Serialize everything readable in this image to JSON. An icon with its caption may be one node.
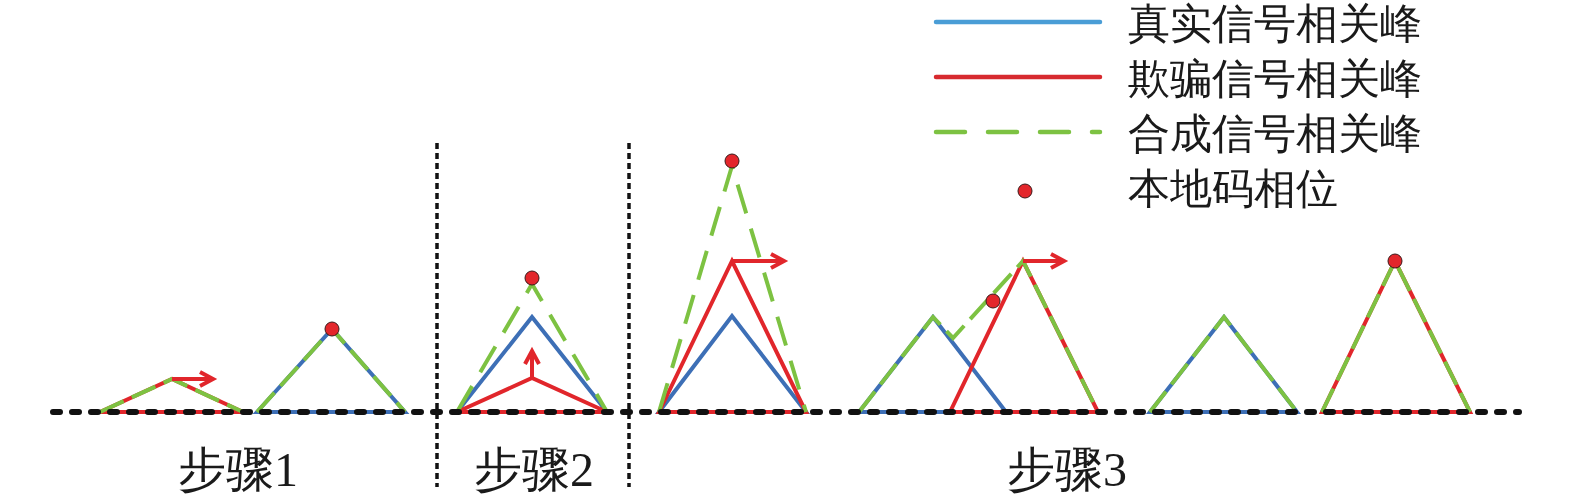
{
  "diagram": {
    "labels": [
      "步骤1",
      "步骤2",
      "步骤3"
    ],
    "legend": [
      {
        "text": "真实信号相关峰"
      },
      {
        "text": "欺骗信号相关峰"
      },
      {
        "text": "合成信号相关峰"
      },
      {
        "text": "本地码相位"
      }
    ]
  }
}
